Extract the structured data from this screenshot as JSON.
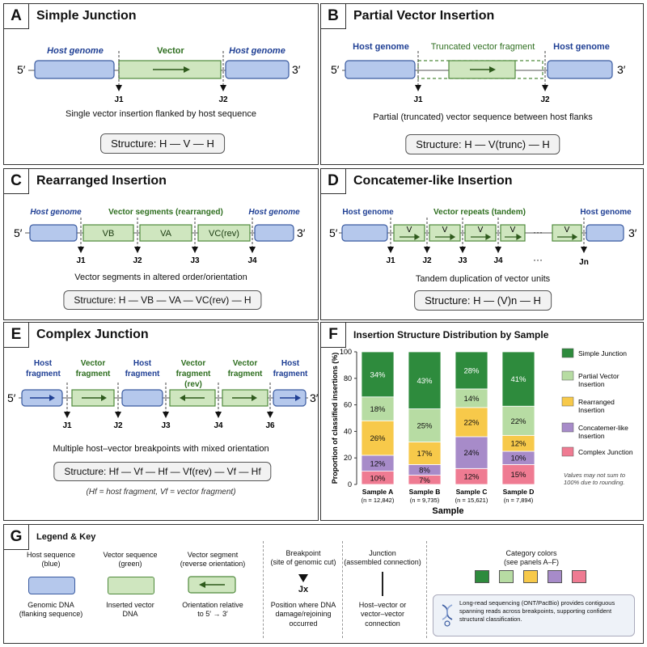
{
  "panelA": {
    "letter": "A",
    "title": "Simple Junction",
    "end5": "5′",
    "end3": "3′",
    "host_left": "Host genome",
    "vector": "Vector",
    "host_right": "Host genome",
    "j1": "J1",
    "j2": "J2",
    "caption": "Single vector insertion flanked by host sequence",
    "structure": "Structure:  H — V — H"
  },
  "panelB": {
    "letter": "B",
    "title": "Partial Vector Insertion",
    "end5": "5′",
    "end3": "3′",
    "host_left": "Host genome",
    "vector": "Truncated vector fragment",
    "host_right": "Host genome",
    "j1": "J1",
    "j2": "J2",
    "caption": "Partial (truncated) vector sequence between host flanks",
    "structure": "Structure:  H — V(trunc) — H"
  },
  "panelC": {
    "letter": "C",
    "title": "Rearranged Insertion",
    "end5": "5′",
    "end3": "3′",
    "host_left": "Host genome",
    "vector": "Vector segments (rearranged)",
    "host_right": "Host genome",
    "seg1": "VB",
    "seg2": "VA",
    "seg3": "VC(rev)",
    "j1": "J1",
    "j2": "J2",
    "j3": "J3",
    "j4": "J4",
    "caption": "Vector segments in altered order/orientation",
    "structure": "Structure:  H — VB — VA — VC(rev) — H"
  },
  "panelD": {
    "letter": "D",
    "title": "Concatemer-like Insertion",
    "end5": "5′",
    "end3": "3′",
    "host_left": "Host genome",
    "vector": "Vector repeats (tandem)",
    "host_right": "Host genome",
    "unit": "V",
    "ellipsis": "···",
    "j1": "J1",
    "j2": "J2",
    "j3": "J3",
    "j4": "J4",
    "jn": "Jn",
    "caption": "Tandem duplication of vector units",
    "structure": "Structure:  H — (V)n — H"
  },
  "panelE": {
    "letter": "E",
    "title": "Complex Junction",
    "end5": "5′",
    "end3": "3′",
    "labels": [
      "Host fragment",
      "Vector fragment",
      "Host fragment",
      "Vector fragment (rev)",
      "Vector fragment",
      "Host fragment"
    ],
    "j1": "J1",
    "j2": "J2",
    "j3": "J3",
    "j4": "J4",
    "j6": "J6",
    "caption": "Multiple host–vector breakpoints with mixed orientation",
    "structure": "Structure:  Hf — Vf — Hf — Vf(rev) — Vf — Hf",
    "note": "(Hf = host fragment, Vf = vector fragment)"
  },
  "panelF": {
    "letter": "F",
    "title": "Insertion Structure Distribution by Sample",
    "note": "Values may not sum to 100% due to rounding."
  },
  "chart_data": {
    "type": "bar",
    "stacked": true,
    "title": "Insertion Structure Distribution by Sample",
    "xlabel": "Sample",
    "ylabel": "Proportion of classified insertions (%)",
    "ylim": [
      0,
      100
    ],
    "yticks": [
      0,
      20,
      40,
      60,
      80,
      100
    ],
    "categories": [
      "Sample A",
      "Sample B",
      "Sample C",
      "Sample D"
    ],
    "category_n": [
      "(n = 12,842)",
      "(n = 9,735)",
      "(n = 15,621)",
      "(n = 7,894)"
    ],
    "series": [
      {
        "name": "Complex Junction",
        "color": "#ef7b92",
        "values": [
          10,
          7,
          12,
          15
        ]
      },
      {
        "name": "Concatemer-like Insertion",
        "color": "#a78bc9",
        "values": [
          12,
          8,
          24,
          10
        ]
      },
      {
        "name": "Rearranged Insertion",
        "color": "#f7c94a",
        "values": [
          26,
          17,
          22,
          12
        ]
      },
      {
        "name": "Partial Vector Insertion",
        "color": "#b7dca3",
        "values": [
          18,
          25,
          14,
          22
        ]
      },
      {
        "name": "Simple Junction",
        "color": "#2e8b3d",
        "values": [
          34,
          43,
          28,
          41
        ]
      }
    ],
    "legend_position": "right",
    "grid": false
  },
  "panelG": {
    "letter": "G",
    "title": "Legend & Key",
    "host_title": "Host sequence\n(blue)",
    "host_desc": "Genomic DNA\n(flanking sequence)",
    "vec_title": "Vector sequence\n(green)",
    "vec_desc": "Inserted vector\nDNA",
    "rev_title": "Vector segment\n(reverse orientation)",
    "rev_desc": "Orientation relative\nto 5′ → 3′",
    "bp_title": "Breakpoint\n(site of genomic cut)",
    "bp_symbol": "Jx",
    "bp_desc": "Position where DNA\ndamage/rejoining\noccurred",
    "jn_title": "Junction\n(assembled connection)",
    "jn_desc": "Host–vector or\nvector–vector\nconnection",
    "cat_title": "Category colors\n(see panels A–F)",
    "seq_note": "Long-read sequencing (ONT/PacBio) provides contiguous spanning reads across breakpoints, supporting confident structural classification."
  },
  "colors": {
    "host_fill": "#b5c8ec",
    "host_stroke": "#3a5ba0",
    "vector_fill": "#cfe6bf",
    "vector_stroke": "#4f8a3c",
    "host_label": "#1f3f94",
    "vector_label": "#2e6e1f"
  }
}
